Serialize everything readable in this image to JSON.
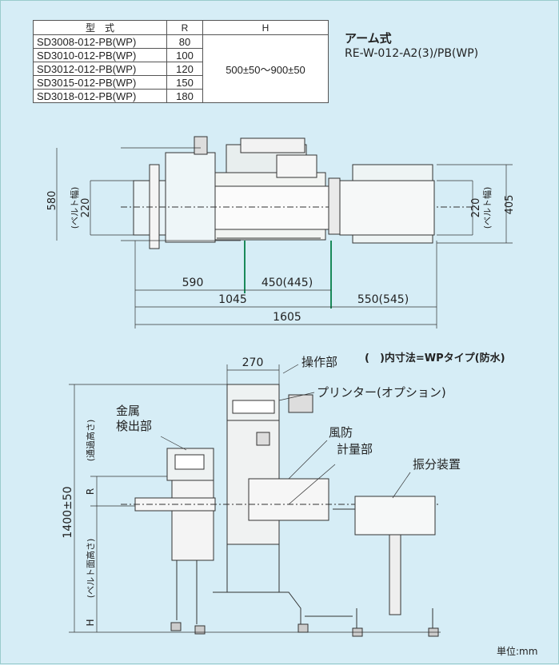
{
  "table": {
    "headers": [
      "型　式",
      "R",
      "H"
    ],
    "rows": [
      {
        "model": "SD3008-012-PB(WP)",
        "r": "80"
      },
      {
        "model": "SD3010-012-PB(WP)",
        "r": "100"
      },
      {
        "model": "SD3012-012-PB(WP)",
        "r": "120"
      },
      {
        "model": "SD3015-012-PB(WP)",
        "r": "150"
      },
      {
        "model": "SD3018-012-PB(WP)",
        "r": "180"
      }
    ],
    "h_value": "500±50〜900±50"
  },
  "title": {
    "line1": "アーム式",
    "line2": "RE-W-012-A2(3)/PB(WP)"
  },
  "plan_dims": {
    "d580": "580",
    "d220_left": "220",
    "belt_width_left": "(ベルト幅)",
    "d220_right": "220",
    "belt_width_right": "(ベルト幅)",
    "d405": "405",
    "d590": "590",
    "d450": "450(445)",
    "d1045": "1045",
    "d550": "550(545)",
    "d1605": "1605"
  },
  "side_dims": {
    "d270": "270",
    "d1400": "1400±50",
    "r_label": "R",
    "r_note": "(通過高さ)",
    "h_label": "H",
    "h_note": "(ベルト面高さ)"
  },
  "labels": {
    "wp_note": "(　)内寸法=WPタイプ(防水)",
    "control": "操作部",
    "printer": "プリンター(オプション)",
    "metal_1": "金属",
    "metal_2": "検出部",
    "windshield": "風防",
    "weighing": "計量部",
    "sorter": "振分装置",
    "unit": "単位:mm"
  }
}
